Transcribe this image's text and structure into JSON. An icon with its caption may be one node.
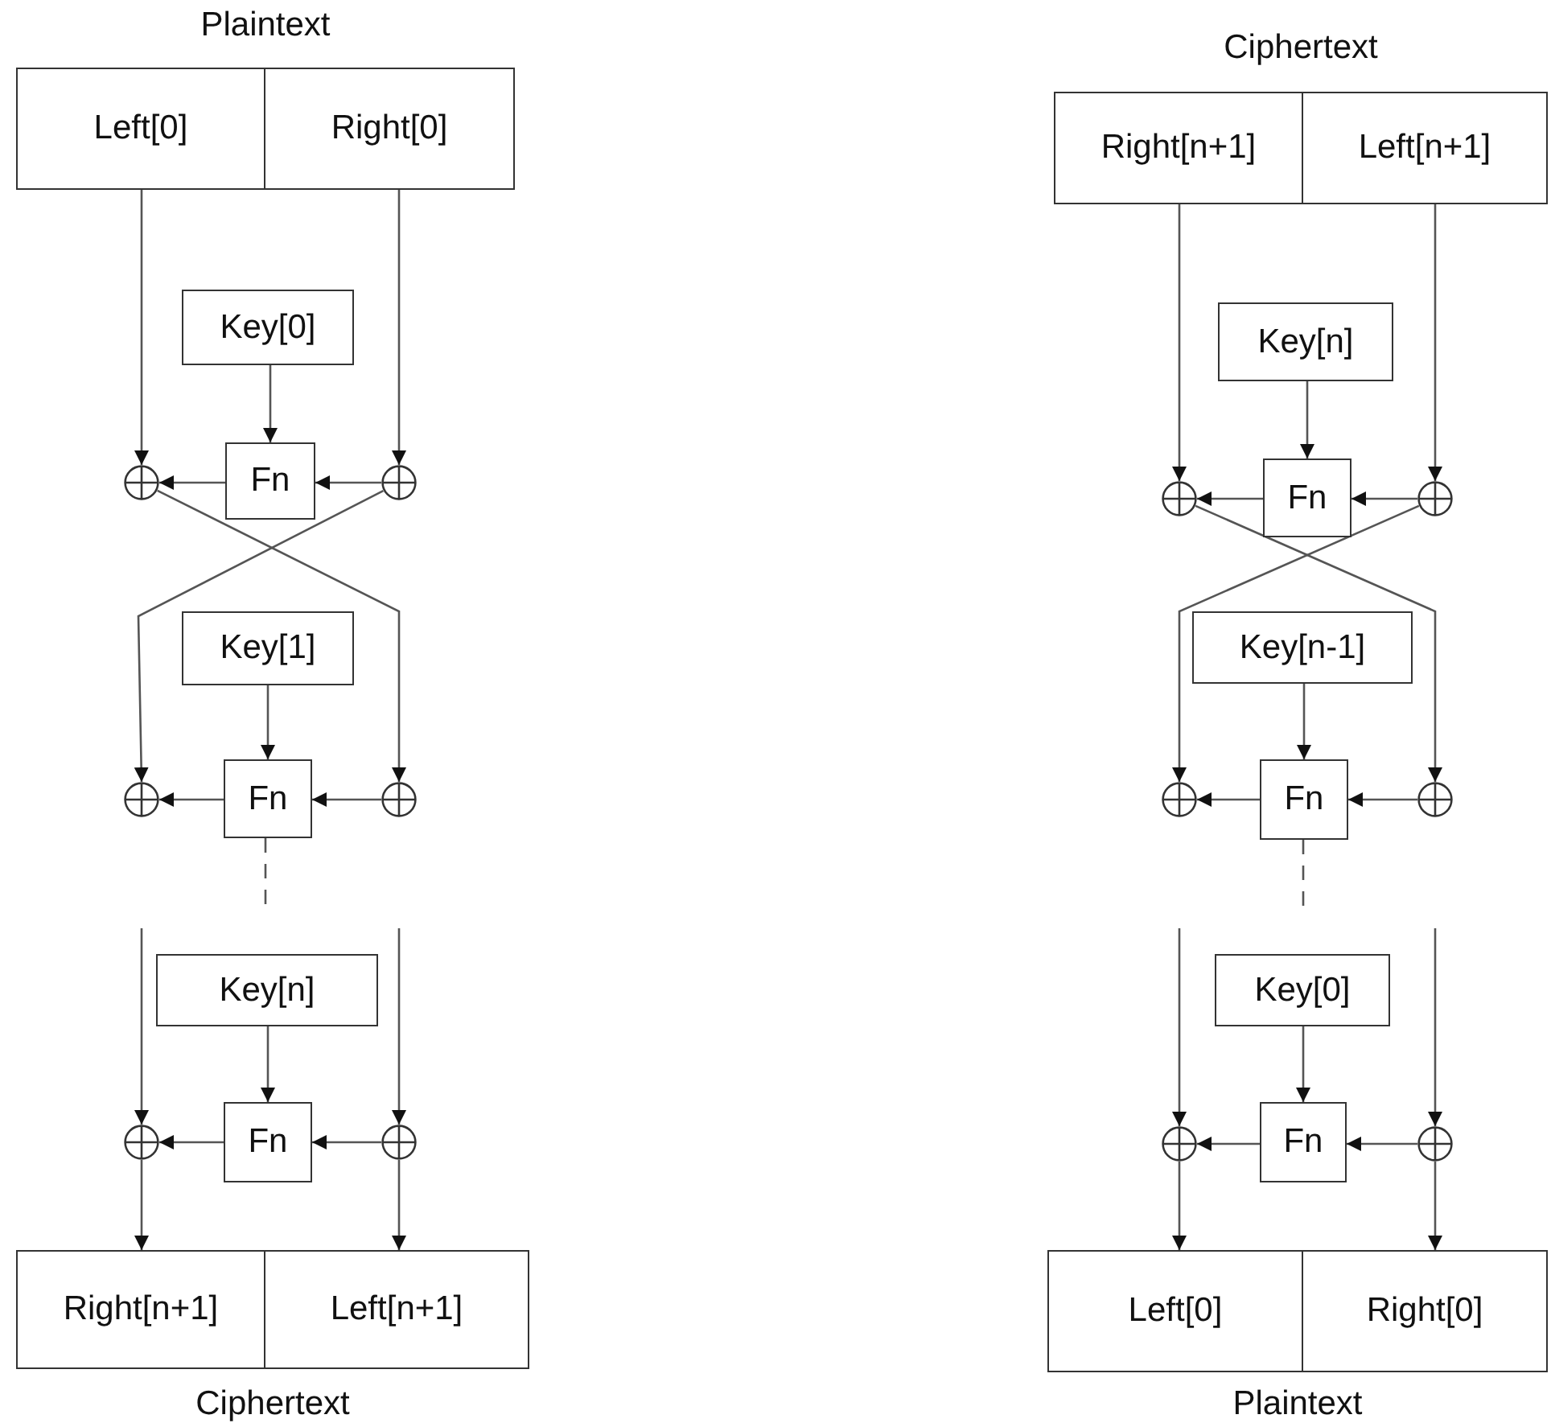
{
  "diagram": {
    "nodes": [
      {
        "text": [
          "Plaintext"
        ]
      },
      {
        "text": [
          "Left[0]"
        ],
        "in": 0
      },
      {
        "text": [
          "Right[0]"
        ],
        "in": 0
      },
      {
        "text": [
          "Key[0]"
        ]
      },
      {
        "text": [],
        "shape": "circle"
      },
      {
        "text": [
          "Fn"
        ]
      },
      {
        "text": [],
        "shape": "circle"
      },
      {
        "text": [
          "Key[1]"
        ]
      },
      {
        "text": [],
        "shape": "circle"
      },
      {
        "text": [
          "Fn"
        ]
      },
      {
        "text": [],
        "shape": "circle"
      },
      {
        "text": [
          "Key[n]"
        ]
      },
      {
        "text": [],
        "shape": "circle"
      },
      {
        "text": [
          "Fn"
        ]
      },
      {
        "text": [],
        "shape": "circle"
      },
      {
        "text": [
          "Ciphertext"
        ]
      },
      {
        "text": [
          "Right[n+1]"
        ],
        "in": 15
      },
      {
        "text": [
          "Left[n+1]"
        ],
        "in": 15
      },
      {
        "text": [
          "Ciphertext"
        ]
      },
      {
        "text": [
          "Right[n+1]"
        ],
        "in": 18
      },
      {
        "text": [
          "Left[n+1]"
        ],
        "in": 18
      },
      {
        "text": [
          "Key[n]"
        ]
      },
      {
        "text": [],
        "shape": "circle"
      },
      {
        "text": [
          "Fn"
        ]
      },
      {
        "text": [],
        "shape": "circle"
      },
      {
        "text": [
          "Key[n-1]"
        ]
      },
      {
        "text": [],
        "shape": "circle"
      },
      {
        "text": [
          "Fn"
        ]
      },
      {
        "text": [],
        "shape": "circle"
      },
      {
        "text": [
          "Key[0]"
        ]
      },
      {
        "text": [],
        "shape": "circle"
      },
      {
        "text": [
          "Fn"
        ]
      },
      {
        "text": [],
        "shape": "circle"
      },
      {
        "text": [
          "Plaintext"
        ]
      },
      {
        "text": [
          "Left[0]"
        ],
        "in": 33
      },
      {
        "text": [
          "Right[0]"
        ],
        "in": 33
      }
    ],
    "edges": [
      {
        "from": 1,
        "to": 4,
        "arrow": "to"
      },
      {
        "from": 2,
        "to": 6,
        "arrow": "to"
      },
      {
        "from": 3,
        "to": 5,
        "arrow": "to"
      },
      {
        "from": 6,
        "to": 5,
        "arrow": "to"
      },
      {
        "from": 5,
        "to": 4,
        "arrow": "to"
      },
      {
        "from": 4,
        "to": 10,
        "arrow": "to"
      },
      {
        "from": 6,
        "to": 8,
        "arrow": "to"
      },
      {
        "from": 7,
        "to": 9,
        "arrow": "to"
      },
      {
        "from": 10,
        "to": 9,
        "arrow": "to"
      },
      {
        "from": 9,
        "to": 8,
        "arrow": "to"
      },
      {
        "from": 9,
        "to": null,
        "arrow": "none",
        "style": "dashed"
      },
      {
        "from": null,
        "to": 12,
        "arrow": "to"
      },
      {
        "from": null,
        "to": 14,
        "arrow": "to"
      },
      {
        "from": 11,
        "to": 13,
        "arrow": "to"
      },
      {
        "from": 14,
        "to": 13,
        "arrow": "to"
      },
      {
        "from": 13,
        "to": 12,
        "arrow": "to"
      },
      {
        "from": 12,
        "to": 16,
        "arrow": "to"
      },
      {
        "from": 14,
        "to": 17,
        "arrow": "to"
      },
      {
        "from": 19,
        "to": 22,
        "arrow": "to"
      },
      {
        "from": 20,
        "to": 24,
        "arrow": "to"
      },
      {
        "from": 21,
        "to": 23,
        "arrow": "to"
      },
      {
        "from": 24,
        "to": 23,
        "arrow": "to"
      },
      {
        "from": 23,
        "to": 22,
        "arrow": "to"
      },
      {
        "from": 22,
        "to": 28,
        "arrow": "to"
      },
      {
        "from": 24,
        "to": 26,
        "arrow": "to"
      },
      {
        "from": 25,
        "to": 27,
        "arrow": "to"
      },
      {
        "from": 28,
        "to": 27,
        "arrow": "to"
      },
      {
        "from": 27,
        "to": 26,
        "arrow": "to"
      },
      {
        "from": 27,
        "to": null,
        "arrow": "none",
        "style": "dashed"
      },
      {
        "from": null,
        "to": 30,
        "arrow": "to"
      },
      {
        "from": null,
        "to": 32,
        "arrow": "to"
      },
      {
        "from": 29,
        "to": 31,
        "arrow": "to"
      },
      {
        "from": 32,
        "to": 31,
        "arrow": "to"
      },
      {
        "from": 31,
        "to": 30,
        "arrow": "to"
      },
      {
        "from": 30,
        "to": 34,
        "arrow": "to"
      },
      {
        "from": 32,
        "to": 35,
        "arrow": "to"
      }
    ]
  }
}
